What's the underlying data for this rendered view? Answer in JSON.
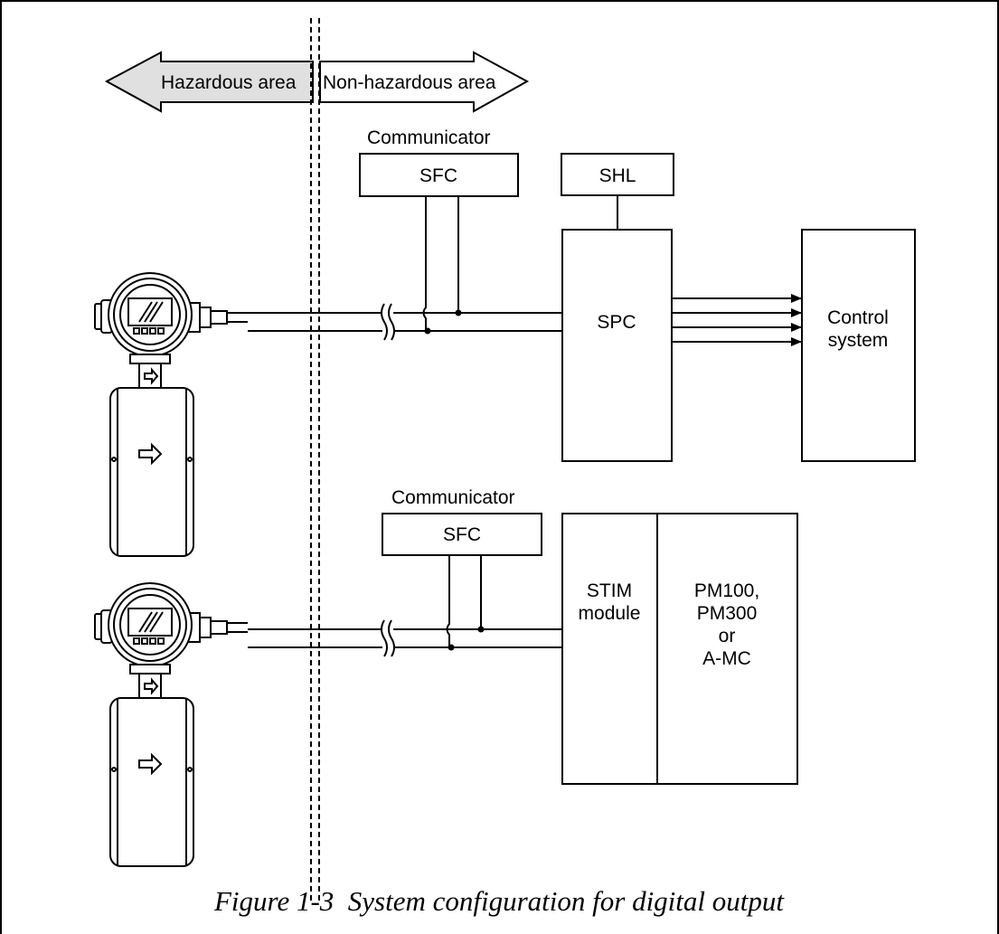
{
  "area_labels": {
    "hazardous": "Hazardous area",
    "non_hazardous": "Non-hazardous area"
  },
  "top_loop": {
    "communicator_label": "Communicator",
    "sfc": "SFC",
    "shl": "SHL",
    "spc": "SPC",
    "control_system_line1": "Control",
    "control_system_line2": "system"
  },
  "bottom_loop": {
    "communicator_label": "Communicator",
    "sfc": "SFC",
    "stim_line1": "STIM",
    "stim_line2": "module",
    "controller_line1": "PM100,",
    "controller_line2": "PM300",
    "controller_line3": "or",
    "controller_line4": "A-MC"
  },
  "caption": "Figure 1-3  System configuration for digital output",
  "colors": {
    "hazardous_fill": "#e0e0e0",
    "line": "#000000"
  }
}
